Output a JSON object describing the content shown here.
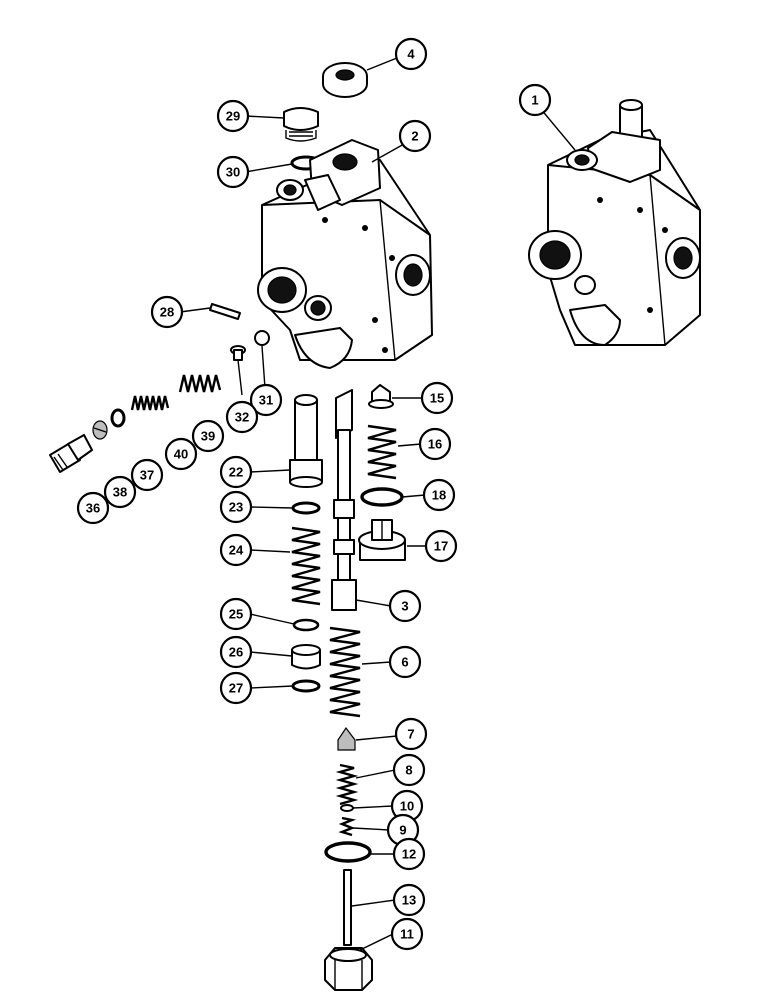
{
  "diagram": {
    "callouts": [
      {
        "id": "c1",
        "label": "1"
      },
      {
        "id": "c2",
        "label": "2"
      },
      {
        "id": "c3",
        "label": "3"
      },
      {
        "id": "c4",
        "label": "4"
      },
      {
        "id": "c6",
        "label": "6"
      },
      {
        "id": "c7",
        "label": "7"
      },
      {
        "id": "c8",
        "label": "8"
      },
      {
        "id": "c9",
        "label": "9"
      },
      {
        "id": "c10",
        "label": "10"
      },
      {
        "id": "c11",
        "label": "11"
      },
      {
        "id": "c12",
        "label": "12"
      },
      {
        "id": "c13",
        "label": "13"
      },
      {
        "id": "c15",
        "label": "15"
      },
      {
        "id": "c16",
        "label": "16"
      },
      {
        "id": "c17",
        "label": "17"
      },
      {
        "id": "c18",
        "label": "18"
      },
      {
        "id": "c22",
        "label": "22"
      },
      {
        "id": "c23",
        "label": "23"
      },
      {
        "id": "c24",
        "label": "24"
      },
      {
        "id": "c25",
        "label": "25"
      },
      {
        "id": "c26",
        "label": "26"
      },
      {
        "id": "c27",
        "label": "27"
      },
      {
        "id": "c28",
        "label": "28"
      },
      {
        "id": "c29",
        "label": "29"
      },
      {
        "id": "c30",
        "label": "30"
      },
      {
        "id": "c31",
        "label": "31"
      },
      {
        "id": "c32",
        "label": "32"
      },
      {
        "id": "c36",
        "label": "36"
      },
      {
        "id": "c37",
        "label": "37"
      },
      {
        "id": "c38",
        "label": "38"
      },
      {
        "id": "c39",
        "label": "39"
      },
      {
        "id": "c40",
        "label": "40"
      }
    ]
  }
}
